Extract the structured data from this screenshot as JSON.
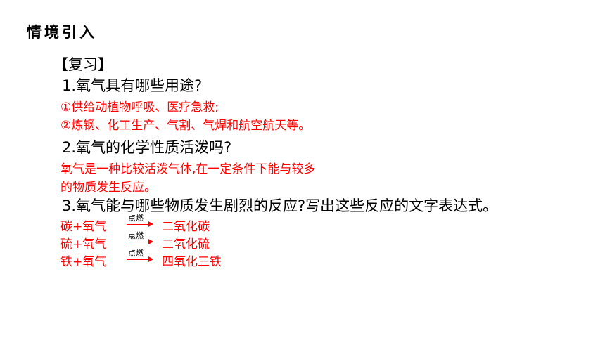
{
  "header": {
    "title": "情境引入"
  },
  "review_label": "【复习】",
  "questions": [
    {
      "text": "1.氧气具有哪些用途?",
      "answers": [
        "①供给动植物呼吸、医疗急救;",
        "②炼钢、化工生产、气割、气焊和航空航天等。"
      ]
    },
    {
      "text": "2.氧气的化学性质活泼吗?",
      "answers": [
        "氧气是一种比较活泼气体,在一定条件下能与较多",
        "的物质发生反应。"
      ]
    },
    {
      "text": "3.氧气能与哪些物质发生剧烈的反应?写出这些反应的文字表达式。"
    }
  ],
  "reactions": [
    {
      "reactants": "碳+氧气",
      "condition": "点燃",
      "product": "二氧化碳"
    },
    {
      "reactants": "硫+氧气",
      "condition": "点燃",
      "product": "二氧化硫"
    },
    {
      "reactants": "铁+氧气",
      "condition": "点燃",
      "product": "四氧化三铁"
    }
  ],
  "colors": {
    "answer": "#ff0000",
    "text": "#000000"
  }
}
